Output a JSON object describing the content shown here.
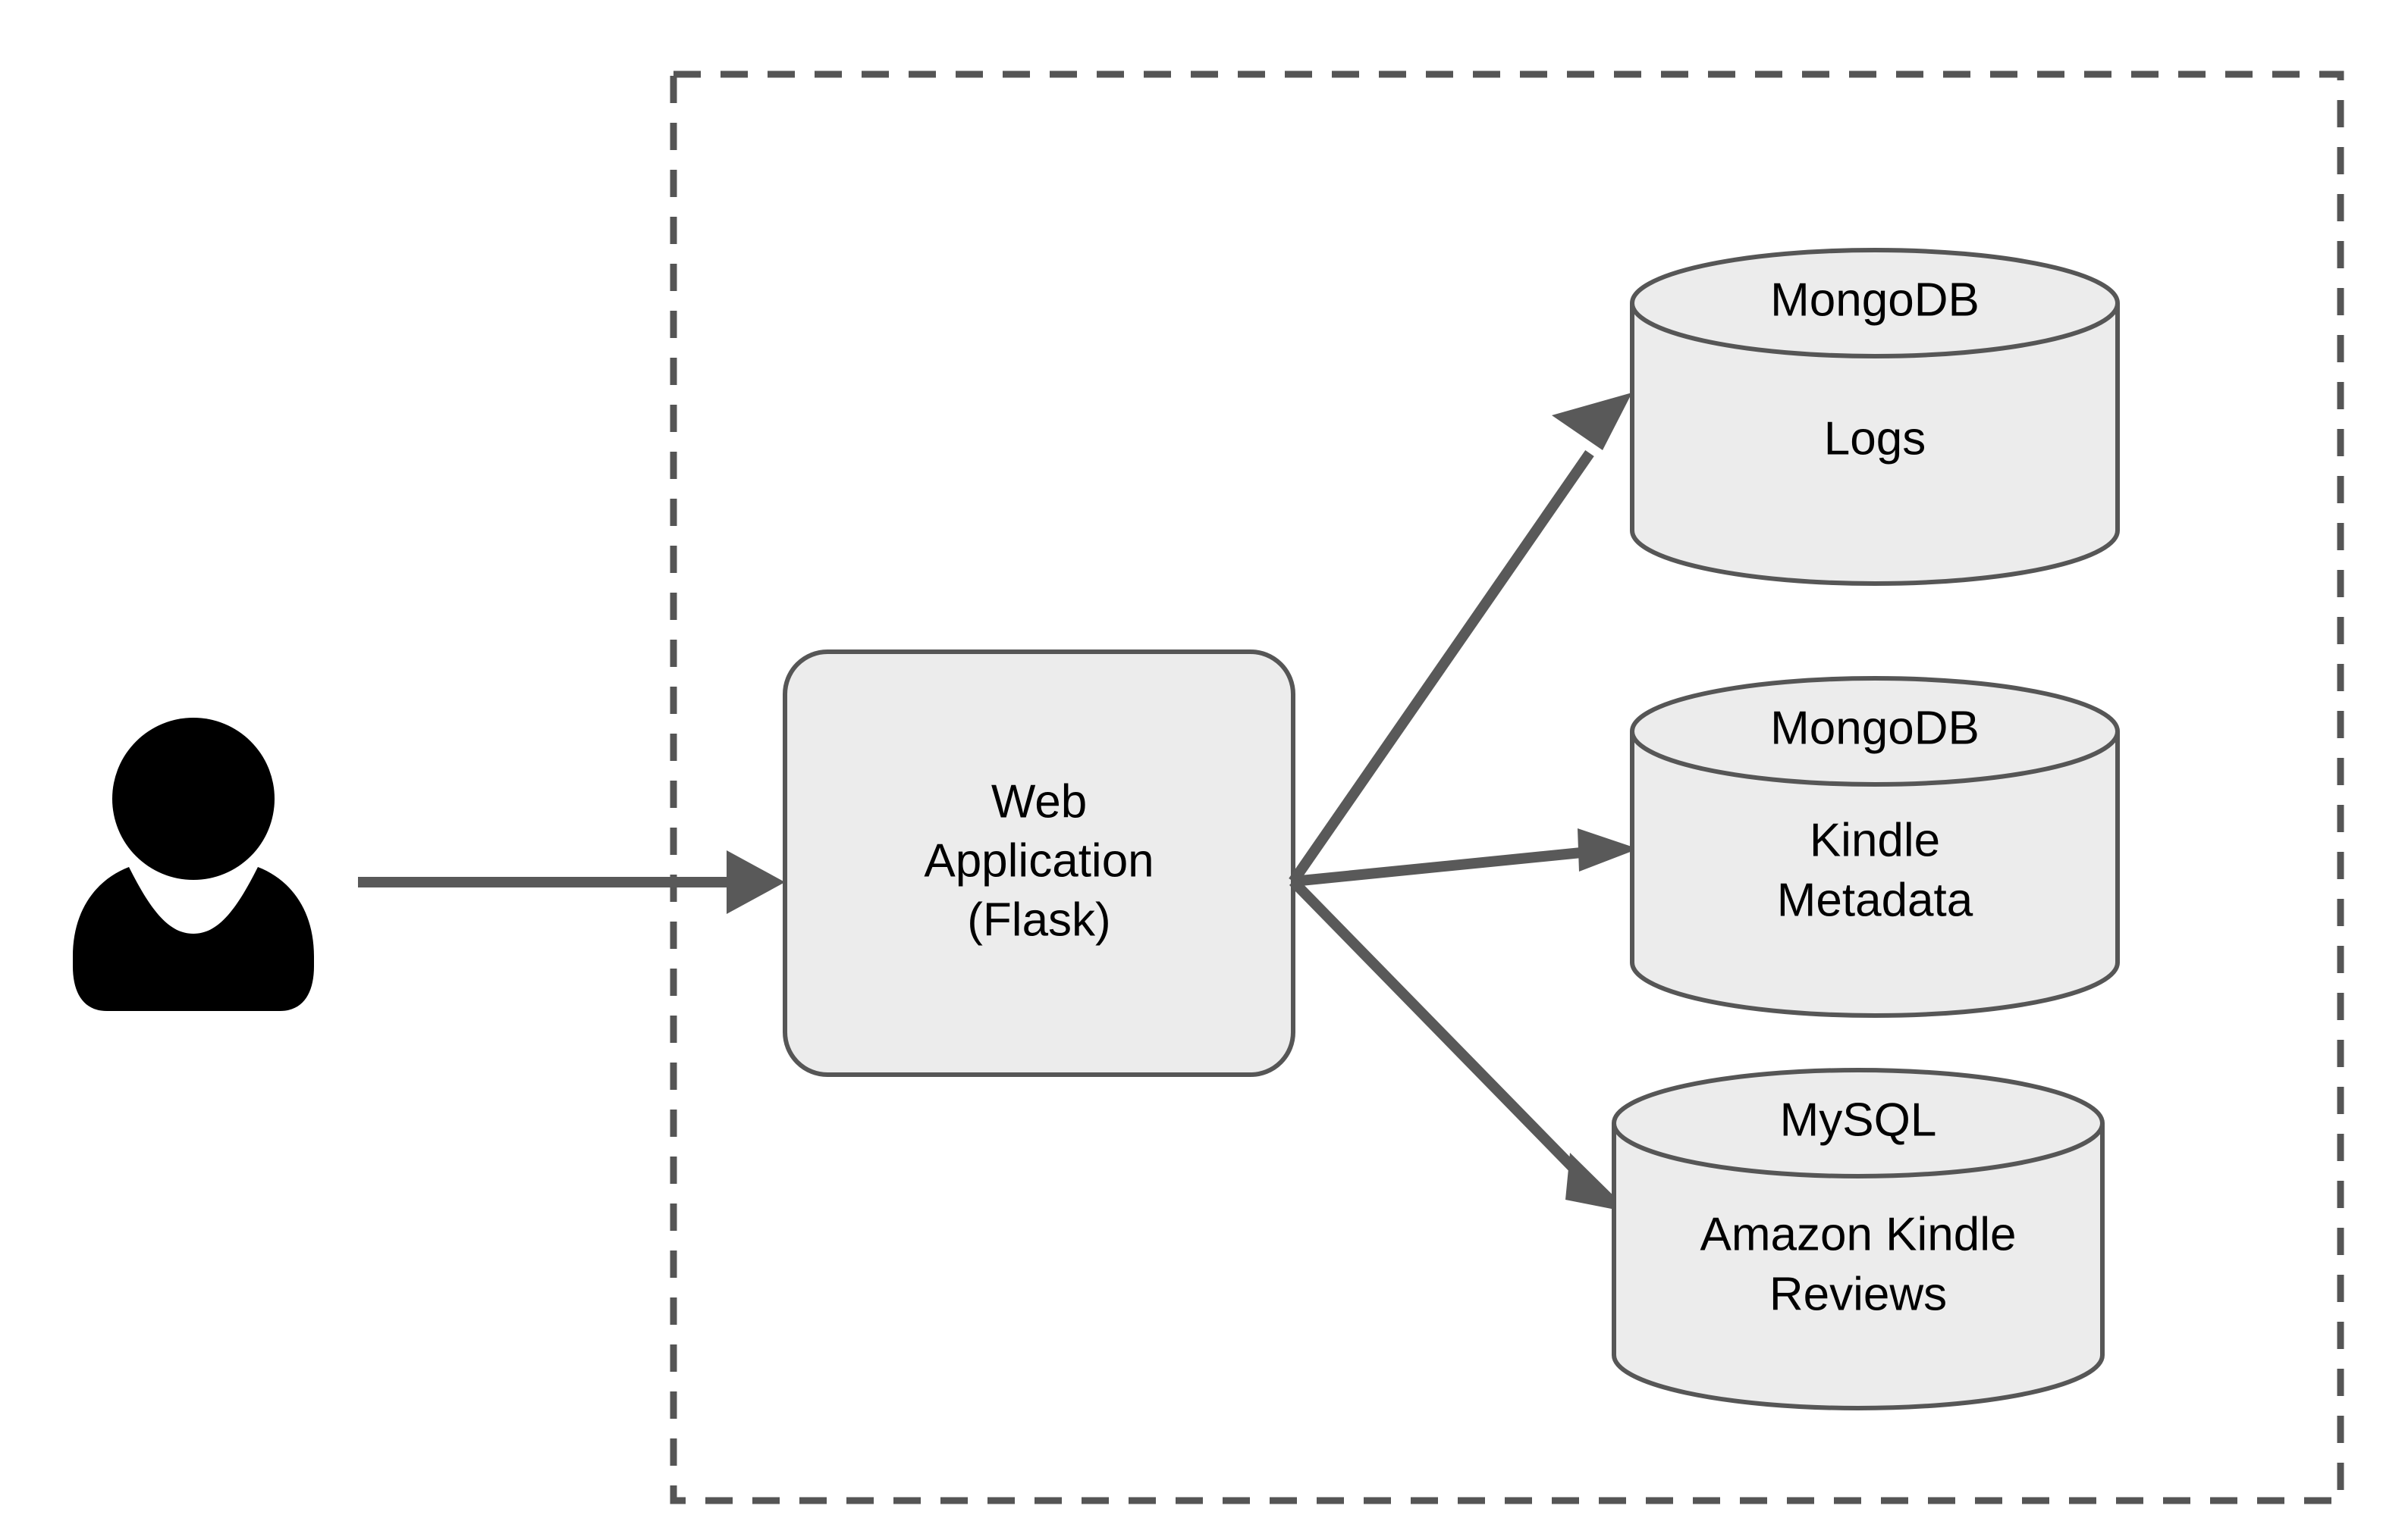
{
  "diagram": {
    "type": "architecture-diagram",
    "background_color": "#FFFFFF",
    "shape_fill_color": "#ECECEC",
    "shape_stroke_color": "#565656",
    "edge_color": "#595959",
    "boundary_color": "#555555",
    "text_color": "#000000"
  },
  "actor": {
    "name": "user-actor",
    "icon": "person-icon",
    "label": ""
  },
  "boundary": {
    "name": "system-boundary",
    "style": "dashed",
    "label": ""
  },
  "application": {
    "name": "web-application-node",
    "shape": "rounded-rectangle",
    "lines": [
      "Web",
      "Application",
      "(Flask)"
    ],
    "line1": "Web",
    "line2": "Application",
    "line3": "(Flask)"
  },
  "datastores": [
    {
      "name": "mongodb-logs",
      "shape": "cylinder",
      "engine": "MongoDB",
      "content_lines": [
        "Logs"
      ],
      "content_line1": "Logs",
      "content_line2": ""
    },
    {
      "name": "mongodb-kindle-metadata",
      "shape": "cylinder",
      "engine": "MongoDB",
      "content_lines": [
        "Kindle",
        "Metadata"
      ],
      "content_line1": "Kindle",
      "content_line2": "Metadata"
    },
    {
      "name": "mysql-amazon-kindle-reviews",
      "shape": "cylinder",
      "engine": "MySQL",
      "content_lines": [
        "Amazon Kindle",
        "Reviews"
      ],
      "content_line1": "Amazon Kindle",
      "content_line2": "Reviews"
    }
  ],
  "edges": [
    {
      "name": "edge-user-to-webapp",
      "from": "user-actor",
      "to": "web-application-node",
      "label": "",
      "arrow": "single"
    },
    {
      "name": "edge-webapp-to-mongodb-logs",
      "from": "web-application-node",
      "to": "mongodb-logs",
      "label": "",
      "arrow": "single"
    },
    {
      "name": "edge-webapp-to-mongodb-kindle-metadata",
      "from": "web-application-node",
      "to": "mongodb-kindle-metadata",
      "label": "",
      "arrow": "single"
    },
    {
      "name": "edge-webapp-to-mysql-reviews",
      "from": "web-application-node",
      "to": "mysql-amazon-kindle-reviews",
      "label": "",
      "arrow": "single"
    }
  ]
}
